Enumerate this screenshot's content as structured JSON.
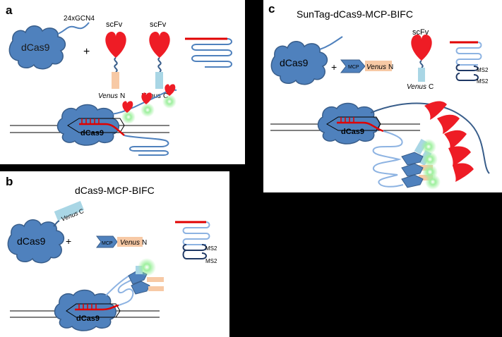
{
  "panel_a": {
    "letter": "a",
    "tag_label": "24xGCN4",
    "dcas9_label": "dCas9",
    "plus": "+",
    "scfv_label_1": "scFv",
    "scfv_label_2": "scFv",
    "venus_n_name": "Venus",
    "venus_n_suffix": "N",
    "venus_c_name": "Venus",
    "venus_c_suffix": "C",
    "bound_dcas9_label": "dCas9"
  },
  "panel_b": {
    "letter": "b",
    "title": "dCas9-MCP-BIFC",
    "dcas9_label": "dCas9",
    "venus_c_name": "Venus",
    "venus_c_suffix": "C",
    "plus": "+",
    "mcp_label": "MCP",
    "venus_n_name": "Venus",
    "venus_n_suffix": "N",
    "ms2_label_1": "MS2",
    "ms2_label_2": "MS2",
    "bound_dcas9_label": "dCas9"
  },
  "panel_c": {
    "letter": "c",
    "title": "SunTag-dCas9-MCP-BIFC",
    "dcas9_label": "dCas9",
    "plus": "+",
    "mcp_label": "MCP",
    "venus_n_name": "Venus",
    "venus_n_suffix": "N",
    "scfv_label": "scFv",
    "venus_c_name": "Venus",
    "venus_c_suffix": "C",
    "ms2_label_1": "MS2",
    "ms2_label_2": "MS2",
    "bound_dcas9_label": "dCas9"
  },
  "colors": {
    "protein_blue": "#4f81bd",
    "protein_dark": "#385d8a",
    "rna_red": "#e00000",
    "rna_blue": "#8db3e2",
    "scfv_red": "#ee1c25",
    "venus_n_peach": "#f7c9a5",
    "venus_c_cyan": "#a9d6e5",
    "glow_green": "#6fdc6f"
  }
}
